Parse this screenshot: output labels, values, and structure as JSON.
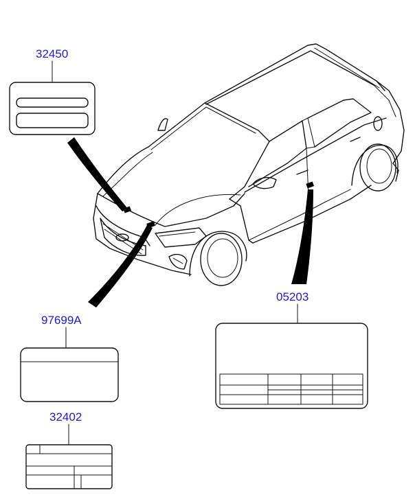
{
  "parts": [
    {
      "part_number": "32450"
    },
    {
      "part_number": "97699A"
    },
    {
      "part_number": "32402"
    },
    {
      "part_number": "05203"
    }
  ]
}
